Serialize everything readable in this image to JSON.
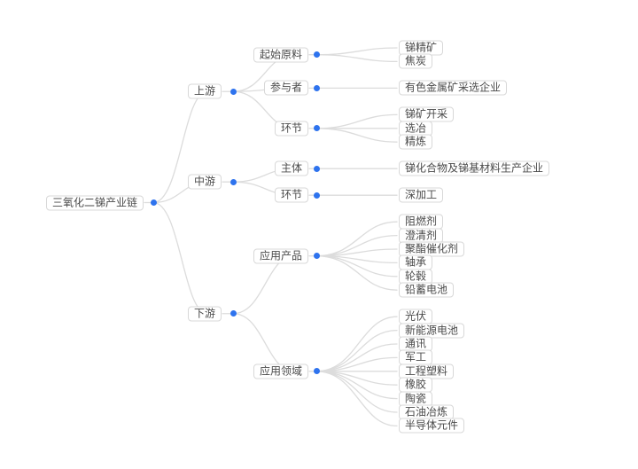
{
  "diagram": {
    "colors": {
      "background": "#ffffff",
      "node_border": "#d8d8d8",
      "node_text": "#4a4a4a",
      "edge": "#dcdcdc",
      "dot": "#2e73ee"
    },
    "root": {
      "id": "root",
      "label": "三氧化二锑产业链",
      "children": [
        {
          "id": "upstream",
          "label": "上游",
          "children": [
            {
              "id": "starting-materials",
              "label": "起始原料",
              "children": [
                {
                  "label": "锑精矿"
                },
                {
                  "label": "焦炭"
                }
              ]
            },
            {
              "id": "participants",
              "label": "参与者",
              "children": [
                {
                  "label": "有色金属矿采选企业"
                }
              ]
            },
            {
              "id": "upstream-stages",
              "label": "环节",
              "children": [
                {
                  "label": "锑矿开采"
                },
                {
                  "label": "选冶"
                },
                {
                  "label": "精炼"
                }
              ]
            }
          ]
        },
        {
          "id": "midstream",
          "label": "中游",
          "children": [
            {
              "id": "main-entities",
              "label": "主体",
              "children": [
                {
                  "label": "锑化合物及锑基材料生产企业"
                }
              ]
            },
            {
              "id": "midstream-stages",
              "label": "环节",
              "children": [
                {
                  "label": "深加工"
                }
              ]
            }
          ]
        },
        {
          "id": "downstream",
          "label": "下游",
          "children": [
            {
              "id": "application-products",
              "label": "应用产品",
              "children": [
                {
                  "label": "阻燃剂"
                },
                {
                  "label": "澄清剂"
                },
                {
                  "label": "聚酯催化剂"
                },
                {
                  "label": "轴承"
                },
                {
                  "label": "轮毂"
                },
                {
                  "label": "铅蓄电池"
                }
              ]
            },
            {
              "id": "application-fields",
              "label": "应用领域",
              "children": [
                {
                  "label": "光伏"
                },
                {
                  "label": "新能源电池"
                },
                {
                  "label": "通讯"
                },
                {
                  "label": "军工"
                },
                {
                  "label": "工程塑料"
                },
                {
                  "label": "橡胶"
                },
                {
                  "label": "陶瓷"
                },
                {
                  "label": "石油冶炼"
                },
                {
                  "label": "半导体元件"
                }
              ]
            }
          ]
        }
      ]
    }
  }
}
